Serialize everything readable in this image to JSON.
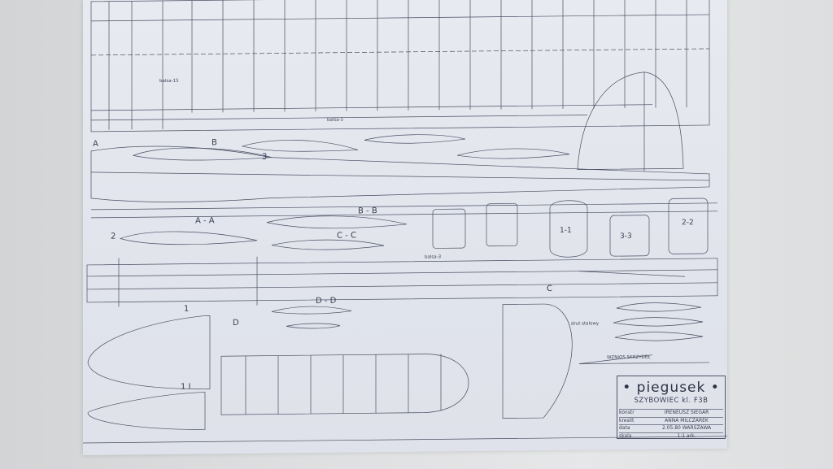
{
  "title_block": {
    "name": "• piegusek •",
    "subtitle": "SZYBOWIEC kl. F3B",
    "rows": [
      {
        "label": "konstr",
        "value": "IRENEUSZ SIEGAR"
      },
      {
        "label": "kreslit",
        "value": "ANNA MILCZAREK"
      },
      {
        "label": "data",
        "value": "2.05.80 WARSZAWA"
      },
      {
        "label": "skala",
        "value": "1:1    ark."
      }
    ]
  },
  "section_labels": {
    "aa": "A - A",
    "bb": "B - B",
    "cc": "C - C",
    "dd": "D - D",
    "a": "A",
    "b": "B",
    "c": "C",
    "d": "D",
    "n2": "2",
    "n3": "3",
    "n1": "1",
    "n11": "1 I"
  },
  "rib_labels": {
    "r11": "1-1",
    "r33": "3-3",
    "r22": "2-2"
  },
  "notes": {
    "balsa5": "balsa-5",
    "balsa3": "balsa-3",
    "balsa15": "balsa-15",
    "wznios": "WZNIOS SKRZYDEŁ",
    "drut": "drut stalowy"
  },
  "colors": {
    "wall": "#d9dbdc",
    "paper": "#e4e7ee",
    "ink": "#3b3f52"
  }
}
